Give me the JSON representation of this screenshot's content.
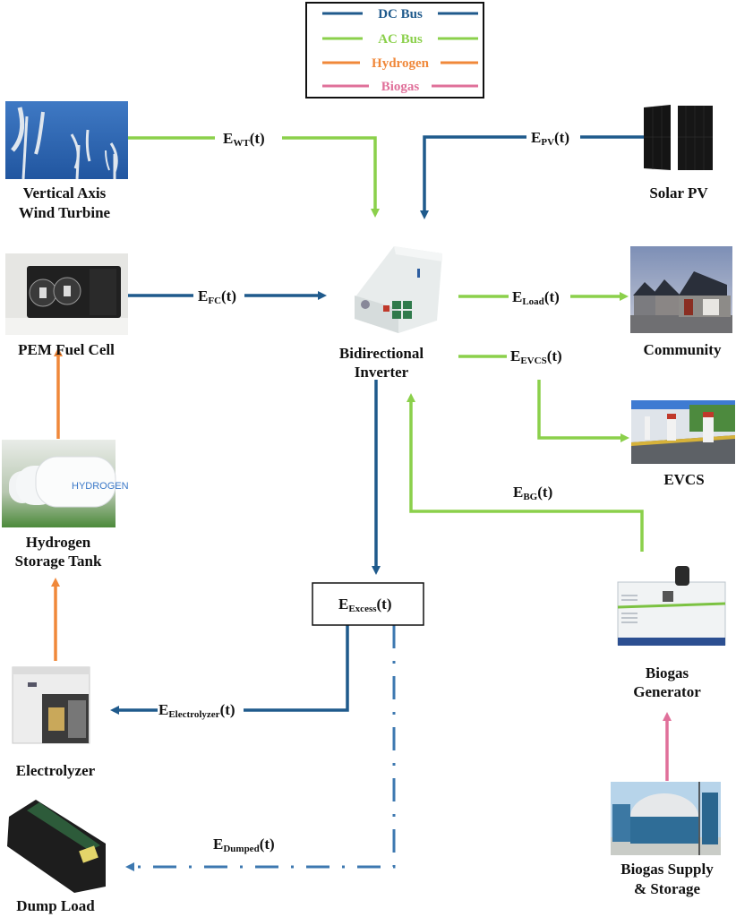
{
  "colors": {
    "dc_bus": "#1f5a8c",
    "ac_bus": "#8bd04b",
    "hydrogen": "#f0883a",
    "biogas": "#e0709a",
    "dumped": "#3d78b0"
  },
  "legend": {
    "items": [
      {
        "label": "DC Bus",
        "color": "#1f5a8c"
      },
      {
        "label": "AC Bus",
        "color": "#8bd04b"
      },
      {
        "label": "Hydrogen",
        "color": "#f0883a"
      },
      {
        "label": "Biogas",
        "color": "#e0709a"
      }
    ]
  },
  "components": {
    "wind": {
      "line1": "Vertical Axis",
      "line2": "Wind Turbine",
      "icon": "wind-turbine-photo"
    },
    "solar": {
      "line1": "Solar PV",
      "icon": "solar-panel-photo"
    },
    "fuel_cell": {
      "line1": "PEM Fuel Cell",
      "icon": "fuel-cell-photo"
    },
    "inverter": {
      "line1": "Bidirectional",
      "line2": "Inverter",
      "icon": "inverter-photo"
    },
    "community": {
      "line1": "Community",
      "icon": "houses-photo"
    },
    "evcs": {
      "line1": "EVCS",
      "icon": "ev-charger-photo"
    },
    "h2_tank": {
      "line1": "Hydrogen",
      "line2": "Storage Tank",
      "icon": "hydrogen-tank-photo",
      "tank_text": "HYDROGEN"
    },
    "electrolyzer": {
      "line1": "Electrolyzer",
      "icon": "electrolyzer-photo"
    },
    "dump_load": {
      "line1": "Dump Load",
      "icon": "dump-load-photo"
    },
    "biogas_gen": {
      "line1": "Biogas",
      "line2": "Generator",
      "icon": "generator-photo"
    },
    "biogas_storage": {
      "line1": "Biogas Supply",
      "line2": "& Storage",
      "icon": "biogas-digester-photo"
    }
  },
  "flows": {
    "wt": {
      "E": "E",
      "sub": "WT",
      "t": "(t)"
    },
    "pv": {
      "E": "E",
      "sub": "PV",
      "t": "(t)"
    },
    "fc": {
      "E": "E",
      "sub": "FC",
      "t": "(t)"
    },
    "load": {
      "E": "E",
      "sub": "Load",
      "t": "(t)"
    },
    "evcs": {
      "E": "E",
      "sub": "EVCS",
      "t": "(t)"
    },
    "bg": {
      "E": "E",
      "sub": "BG",
      "t": "(t)"
    },
    "excess": {
      "E": "E",
      "sub": "Excess",
      "t": "(t)"
    },
    "electrolyzer": {
      "E": "E",
      "sub": "Electrolyzer",
      "t": "(t)"
    },
    "dumped": {
      "E": "E",
      "sub": "Dumped",
      "t": "(t)"
    }
  }
}
